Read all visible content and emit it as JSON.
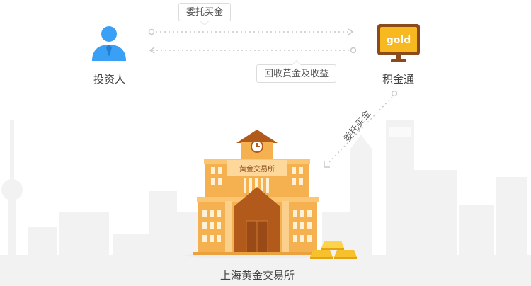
{
  "nodes": {
    "investor": {
      "label": "投资人"
    },
    "platform": {
      "label": "积金通",
      "screen_text": "gold"
    },
    "exchange": {
      "label": "上海黄金交易所",
      "sign_text": "黄金交易所"
    }
  },
  "flows": {
    "top": {
      "label": "委托买金"
    },
    "return": {
      "label": "回收黄金及收益"
    },
    "diagonal": {
      "label": "委托买金"
    }
  },
  "colors": {
    "investor_blue": "#3aa0f5",
    "monitor_brown": "#8a4a1c",
    "screen_yellow": "#f8b81f",
    "building_orange": "#f5b14f",
    "building_dark": "#b2591c",
    "gold": "#f7c12b",
    "skyline": "#f1f1f1"
  }
}
